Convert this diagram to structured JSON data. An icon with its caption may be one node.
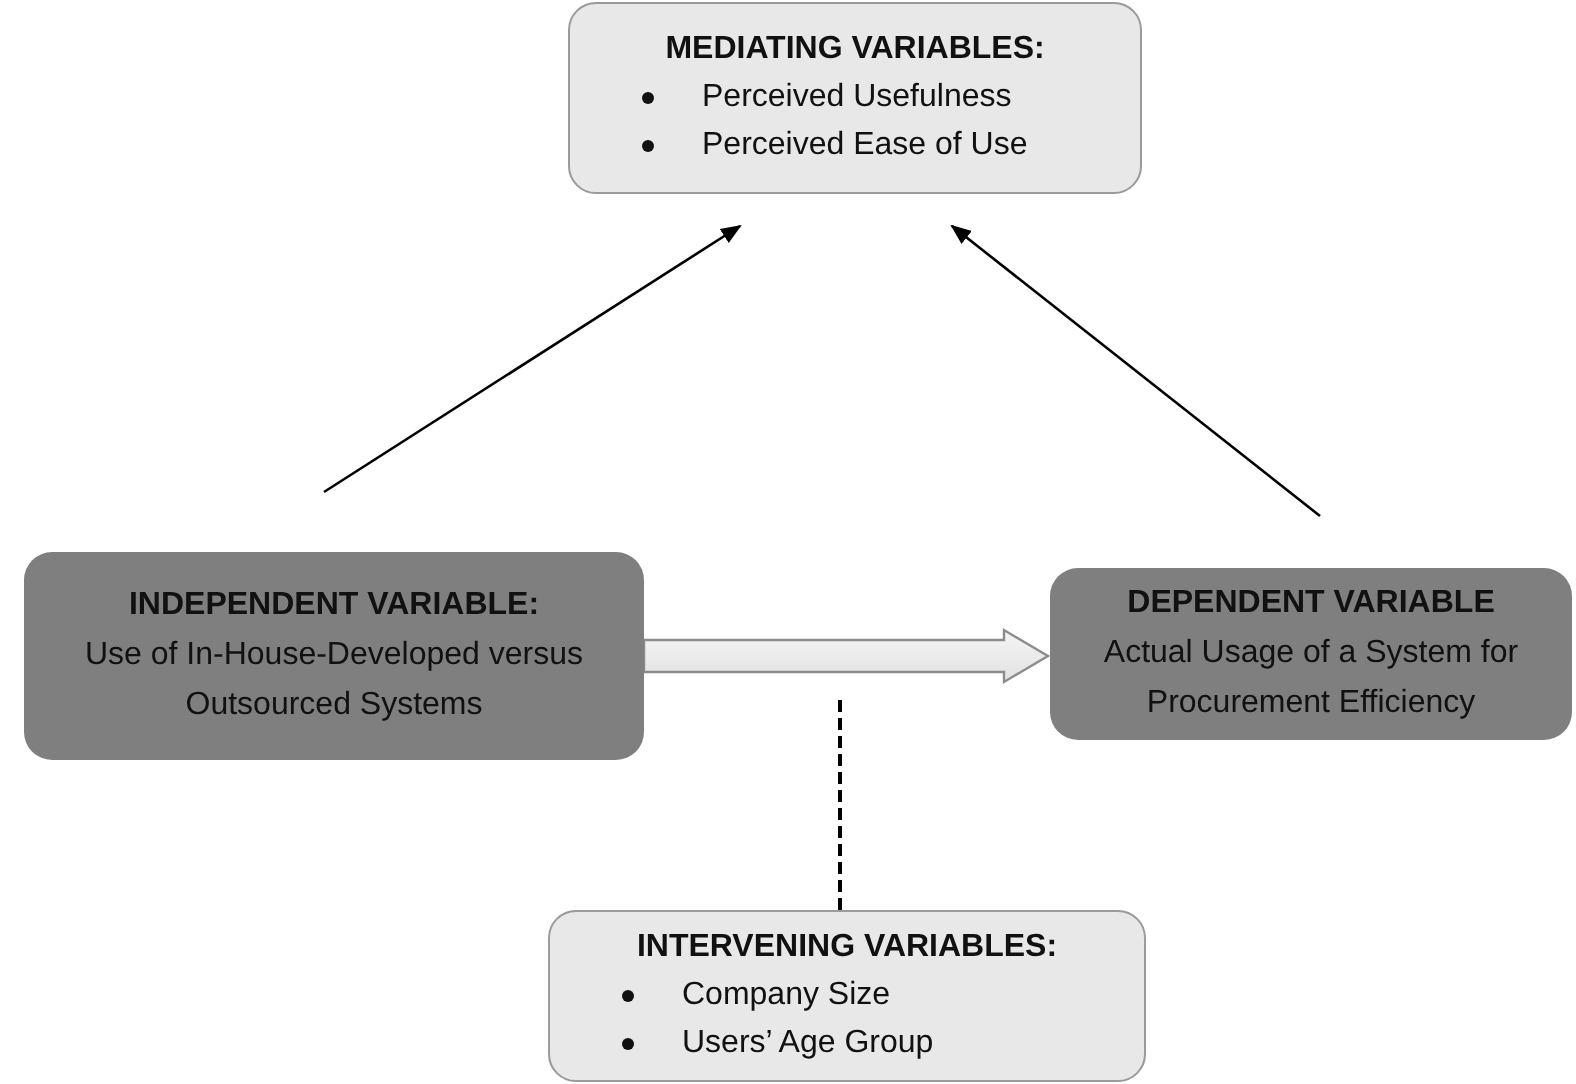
{
  "diagram": {
    "nodes": [
      {
        "text": [
          "MEDIATING VARIABLES:",
          "Perceived Usefulness",
          "Perceived Ease of Use"
        ]
      },
      {
        "text": [
          "INDEPENDENT VARIABLE:",
          "Use of In-House-Developed versus Outsourced Systems"
        ]
      },
      {
        "text": [
          "DEPENDENT VARIABLE",
          "Actual Usage of a System for Procurement Efficiency"
        ]
      },
      {
        "text": [
          "INTERVENING VARIABLES:",
          "Company Size",
          "Users’ Age Group"
        ]
      }
    ],
    "edges": [
      {
        "from": null,
        "to": 0,
        "arrow": "to"
      },
      {
        "from": null,
        "to": 0,
        "arrow": "to"
      },
      {
        "from": 1,
        "to": 2,
        "arrow": "to",
        "style": "thick"
      },
      {
        "from": 3,
        "to": null,
        "arrow": "none",
        "style": "dashed"
      }
    ]
  }
}
